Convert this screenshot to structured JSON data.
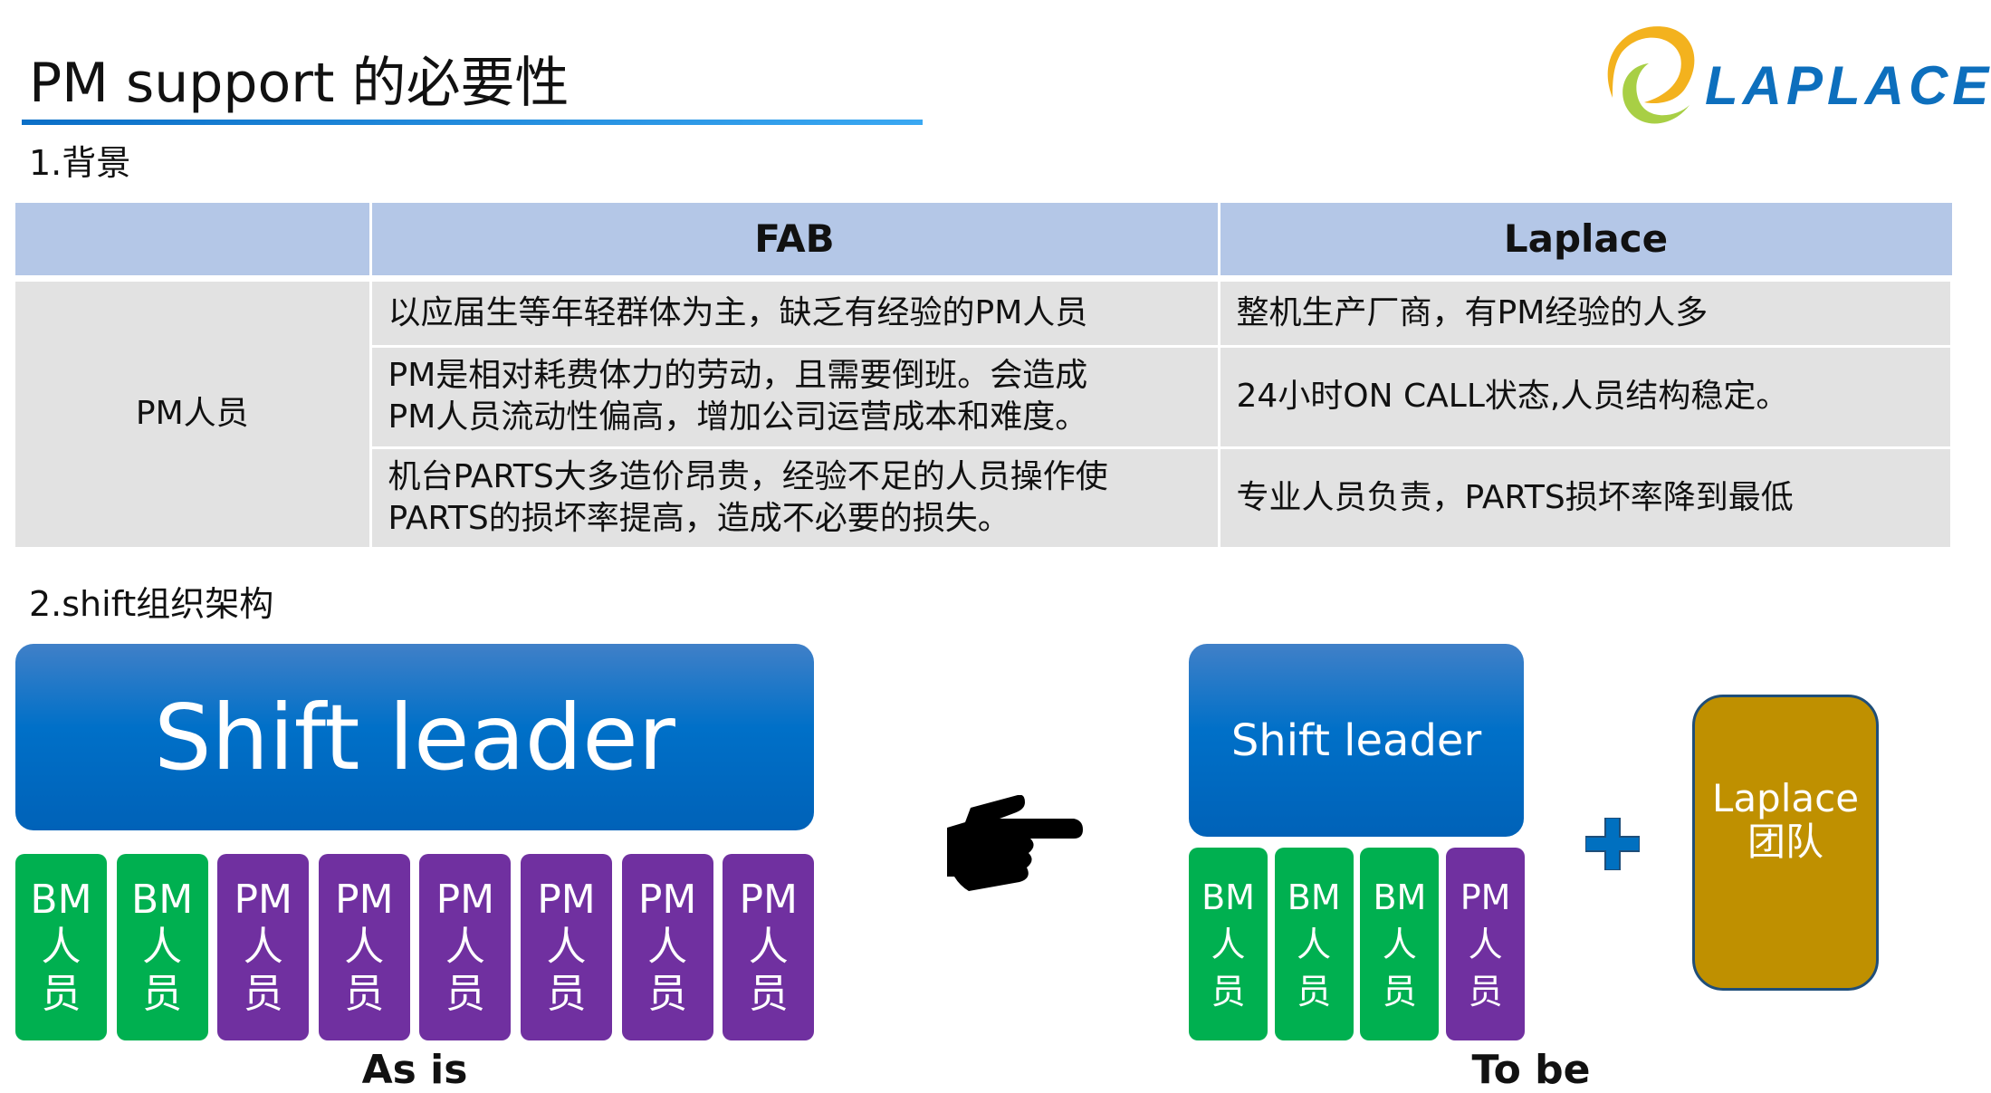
{
  "header": {
    "title": "PM support 的必要性",
    "logo_text": "LAPLACE"
  },
  "section1": {
    "title": "1.背景",
    "table": {
      "columns": [
        "",
        "FAB",
        "Laplace"
      ],
      "row_label": "PM人员",
      "rows": [
        {
          "fab": [
            "以应届生等年轻群体为主，缺乏有经验的PM人员"
          ],
          "laplace": "整机生产厂商，有PM经验的人多"
        },
        {
          "fab": [
            "PM是相对耗费体力的劳动，且需要倒班。会造成",
            "PM人员流动性偏高，增加公司运营成本和难度。"
          ],
          "laplace": "24小时ON CALL状态,人员结构稳定。"
        },
        {
          "fab": [
            "机台PARTS大多造价昂贵，经验不足的人员操作使",
            "PARTS的损坏率提高，造成不必要的损失。"
          ],
          "laplace": "专业人员负责，PARTS损坏率降到最低"
        }
      ]
    }
  },
  "section2": {
    "title": "2.shift组织架构",
    "as_is": {
      "leader": "Shift leader",
      "members": [
        {
          "role": "BM",
          "c1": "人",
          "c2": "员",
          "type": "green"
        },
        {
          "role": "BM",
          "c1": "人",
          "c2": "员",
          "type": "green"
        },
        {
          "role": "PM",
          "c1": "人",
          "c2": "员",
          "type": "purple"
        },
        {
          "role": "PM",
          "c1": "人",
          "c2": "员",
          "type": "purple"
        },
        {
          "role": "PM",
          "c1": "人",
          "c2": "员",
          "type": "purple"
        },
        {
          "role": "PM",
          "c1": "人",
          "c2": "员",
          "type": "purple"
        },
        {
          "role": "PM",
          "c1": "人",
          "c2": "员",
          "type": "purple"
        },
        {
          "role": "PM",
          "c1": "人",
          "c2": "员",
          "type": "purple"
        }
      ],
      "caption": "As is"
    },
    "to_be": {
      "leader": "Shift leader",
      "members": [
        {
          "role": "BM",
          "c1": "人",
          "c2": "员",
          "type": "green"
        },
        {
          "role": "BM",
          "c1": "人",
          "c2": "员",
          "type": "green"
        },
        {
          "role": "BM",
          "c1": "人",
          "c2": "员",
          "type": "green"
        },
        {
          "role": "PM",
          "c1": "人",
          "c2": "员",
          "type": "purple"
        }
      ],
      "team_line1": "Laplace",
      "team_line2": "团队",
      "caption": "To be"
    }
  },
  "colors": {
    "green": "#00b050",
    "purple": "#7030a0",
    "gold": "#bf9000",
    "blue": "#0070c0"
  }
}
